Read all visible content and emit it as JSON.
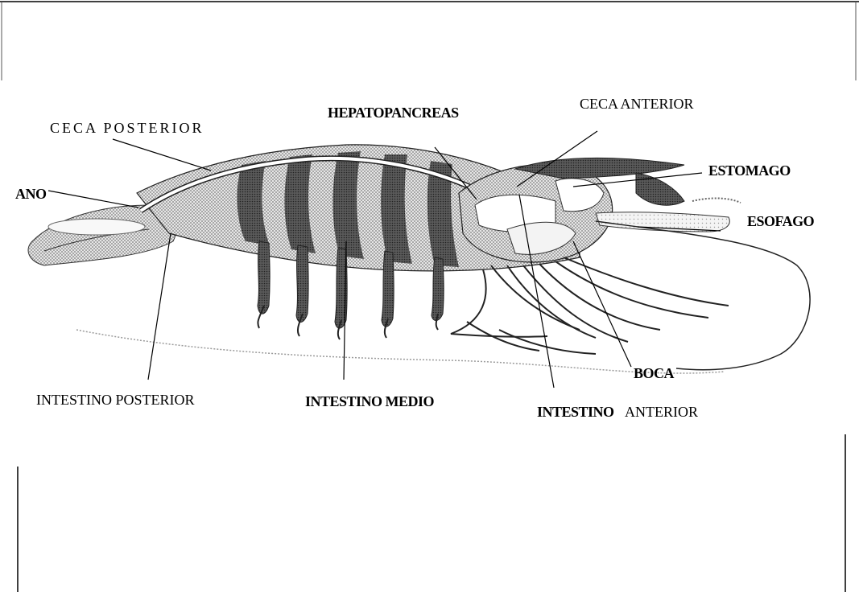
{
  "labels": {
    "ceca_posterior": "CECA POSTERIOR",
    "hepatopancreas": "HEPATOPANCREAS",
    "ceca_anterior": "CECA ANTERIOR",
    "ano": "ANO",
    "estomago": "ESTOMAGO",
    "esofago": "ESOFAGO",
    "boca": "BOCA",
    "intestino_posterior": "INTESTINO POSTERIOR",
    "intestino_medio": "INTESTINO MEDIO",
    "intestino_anterior_bold": "INTESTINO",
    "intestino_anterior_regular": "ANTERIOR"
  }
}
